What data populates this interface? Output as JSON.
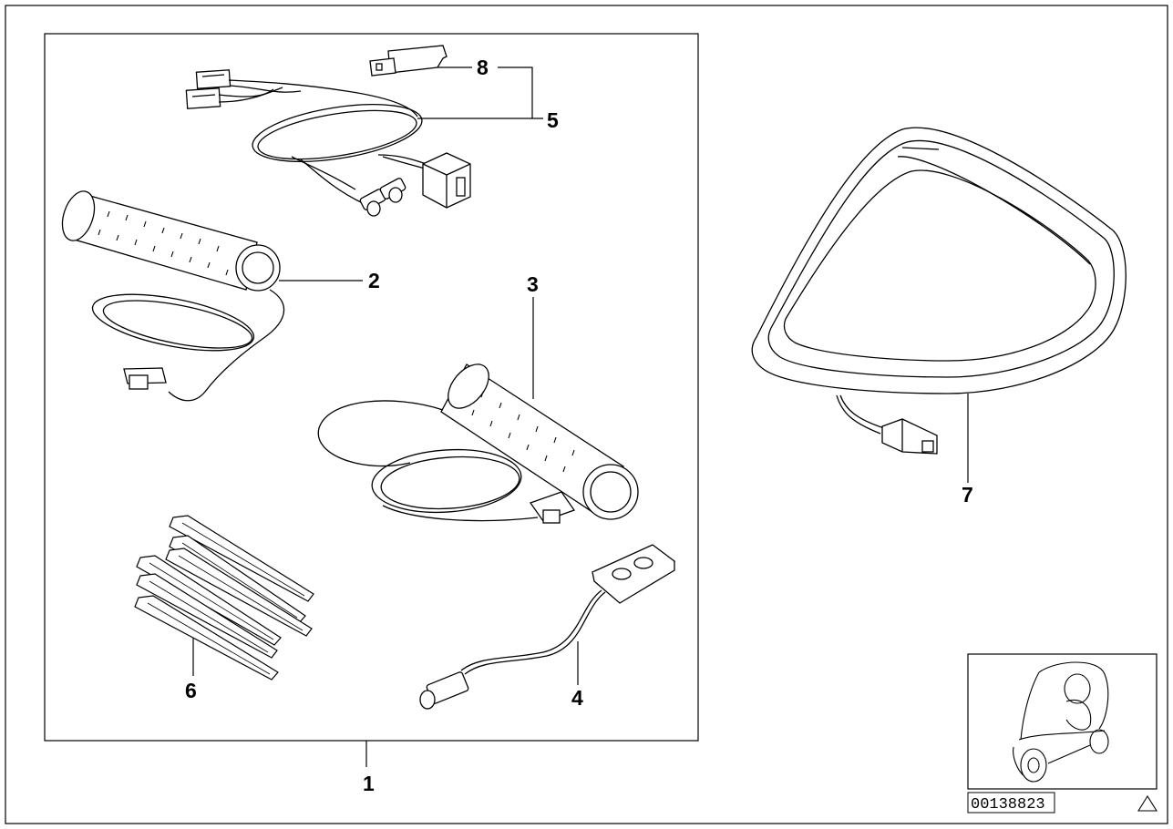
{
  "diagram": {
    "callouts": [
      {
        "id": "1",
        "label": "1"
      },
      {
        "id": "2",
        "label": "2"
      },
      {
        "id": "3",
        "label": "3"
      },
      {
        "id": "4",
        "label": "4"
      },
      {
        "id": "5",
        "label": "5"
      },
      {
        "id": "6",
        "label": "6"
      },
      {
        "id": "7",
        "label": "7"
      },
      {
        "id": "8",
        "label": "8"
      }
    ],
    "reference_number": "00138823"
  }
}
